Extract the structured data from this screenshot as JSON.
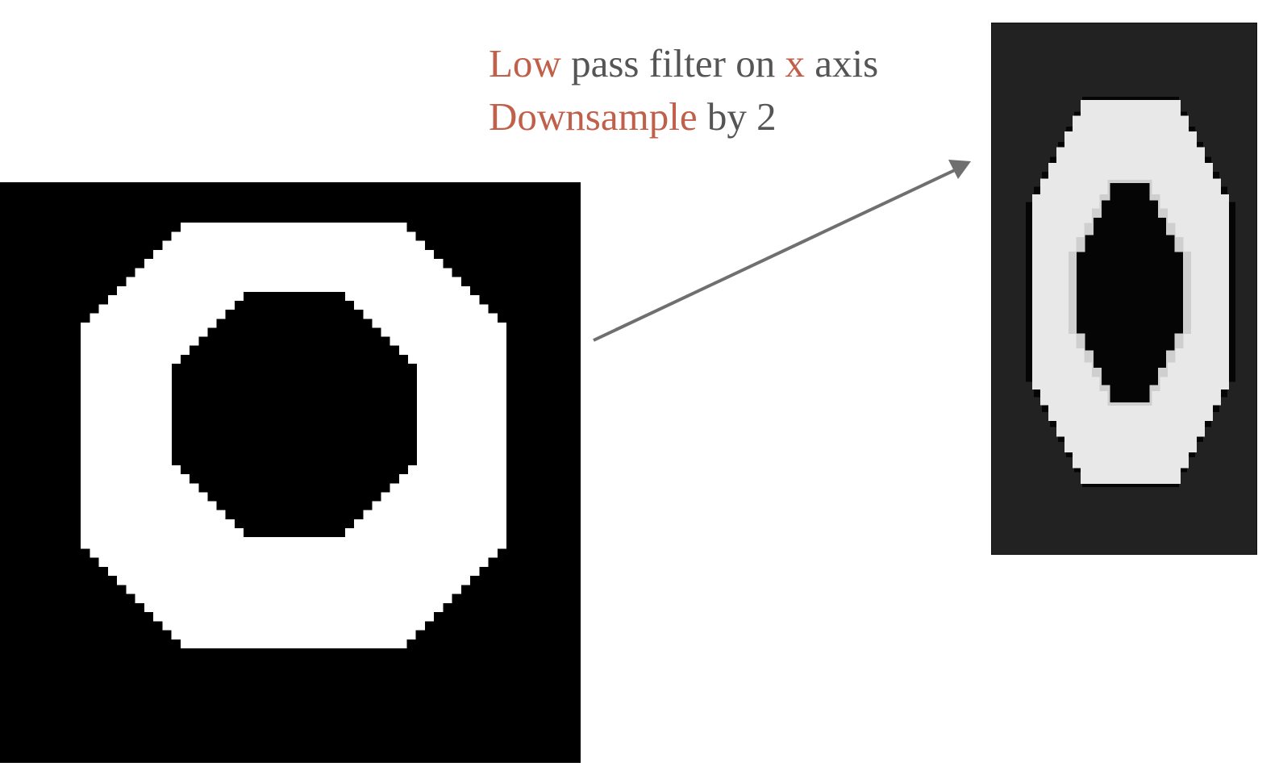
{
  "caption": {
    "line1": {
      "highlight_1": "Low",
      "text_1": " pass filter on ",
      "highlight_2": "x",
      "text_2": " axis"
    },
    "line2": {
      "highlight": "Downsample",
      "text": " by 2"
    }
  },
  "colors": {
    "highlight": "#c0604a",
    "text": "#555555",
    "arrow": "#6f6f6f",
    "original_background": "#000000",
    "original_foreground": "#ffffff",
    "result_background": "#222222",
    "result_foreground": "#e8e8e8"
  },
  "images": {
    "original": {
      "description_icon": "octagon-ring-binary-image"
    },
    "result": {
      "description_icon": "octagon-ring-filtered-downsampled-image"
    }
  }
}
